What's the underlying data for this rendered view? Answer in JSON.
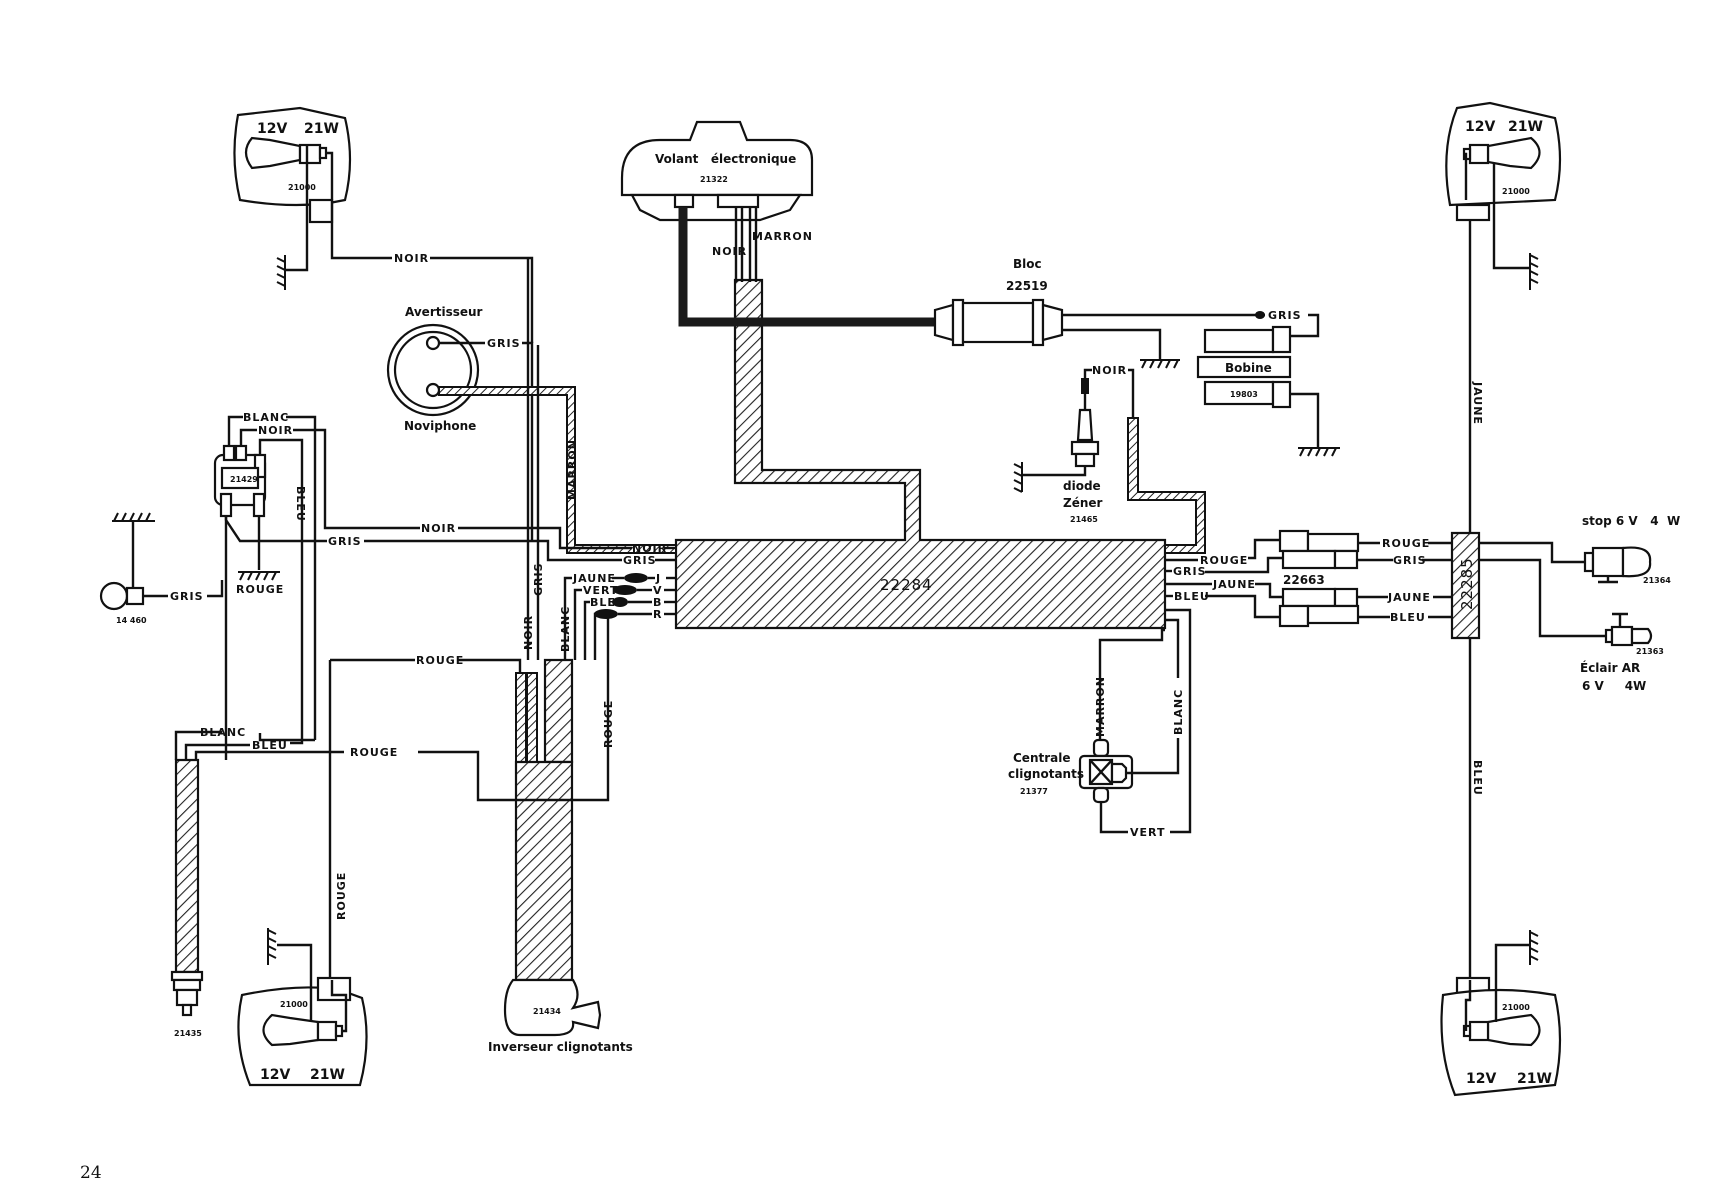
{
  "page_number": "24",
  "components": {
    "lamp_front_left": {
      "voltage": "12V",
      "wattage": "21W",
      "ref": "21000"
    },
    "lamp_front_right": {
      "voltage": "12V",
      "wattage": "21W",
      "ref": "21000"
    },
    "lamp_rear_left": {
      "voltage": "12V",
      "wattage": "21W",
      "ref": "21000"
    },
    "lamp_rear_right": {
      "voltage": "12V",
      "wattage": "21W",
      "ref": "21000"
    },
    "volant": {
      "name": "Volant   électronique",
      "ref": "21322"
    },
    "bloc": {
      "name": "Bloc",
      "ref": "22519"
    },
    "bobine": {
      "name": "Bobine",
      "ref": "19803"
    },
    "avertisseur": {
      "name": "Avertisseur",
      "subname": "Noviphone"
    },
    "diode": {
      "name1": "diode",
      "name2": "Zéner",
      "ref": "21465"
    },
    "main_harness": {
      "ref": "22284"
    },
    "rear_connector": {
      "ref": "22663"
    },
    "rear_harness": {
      "ref": "22285"
    },
    "switch_left": {
      "ref": "21429"
    },
    "small_bulb": {
      "ref": "14 460"
    },
    "spark_plug_cap": {
      "ref": "21435"
    },
    "inverseur": {
      "name": "Inverseur clignotants",
      "ref": "21434"
    },
    "centrale": {
      "name1": "Centrale",
      "name2": "clignotants",
      "ref": "21377"
    },
    "stop_lamp": {
      "label": "stop 6 V   4  W",
      "ref": "21364"
    },
    "eclair_lamp": {
      "name": "Éclair AR",
      "spec": "6 V     4W",
      "ref": "21363"
    }
  },
  "wire_labels": {
    "noir": "NOIR",
    "marron": "MARRON",
    "gris": "GRIS",
    "blanc": "BLANC",
    "bleu": "BLEU",
    "rouge": "ROUGE",
    "jaune": "JAUNE",
    "vert": "VERT"
  },
  "connector_pins": [
    "J",
    "V",
    "B",
    "R"
  ],
  "line_color": "#111111",
  "background_color": "#ffffff"
}
